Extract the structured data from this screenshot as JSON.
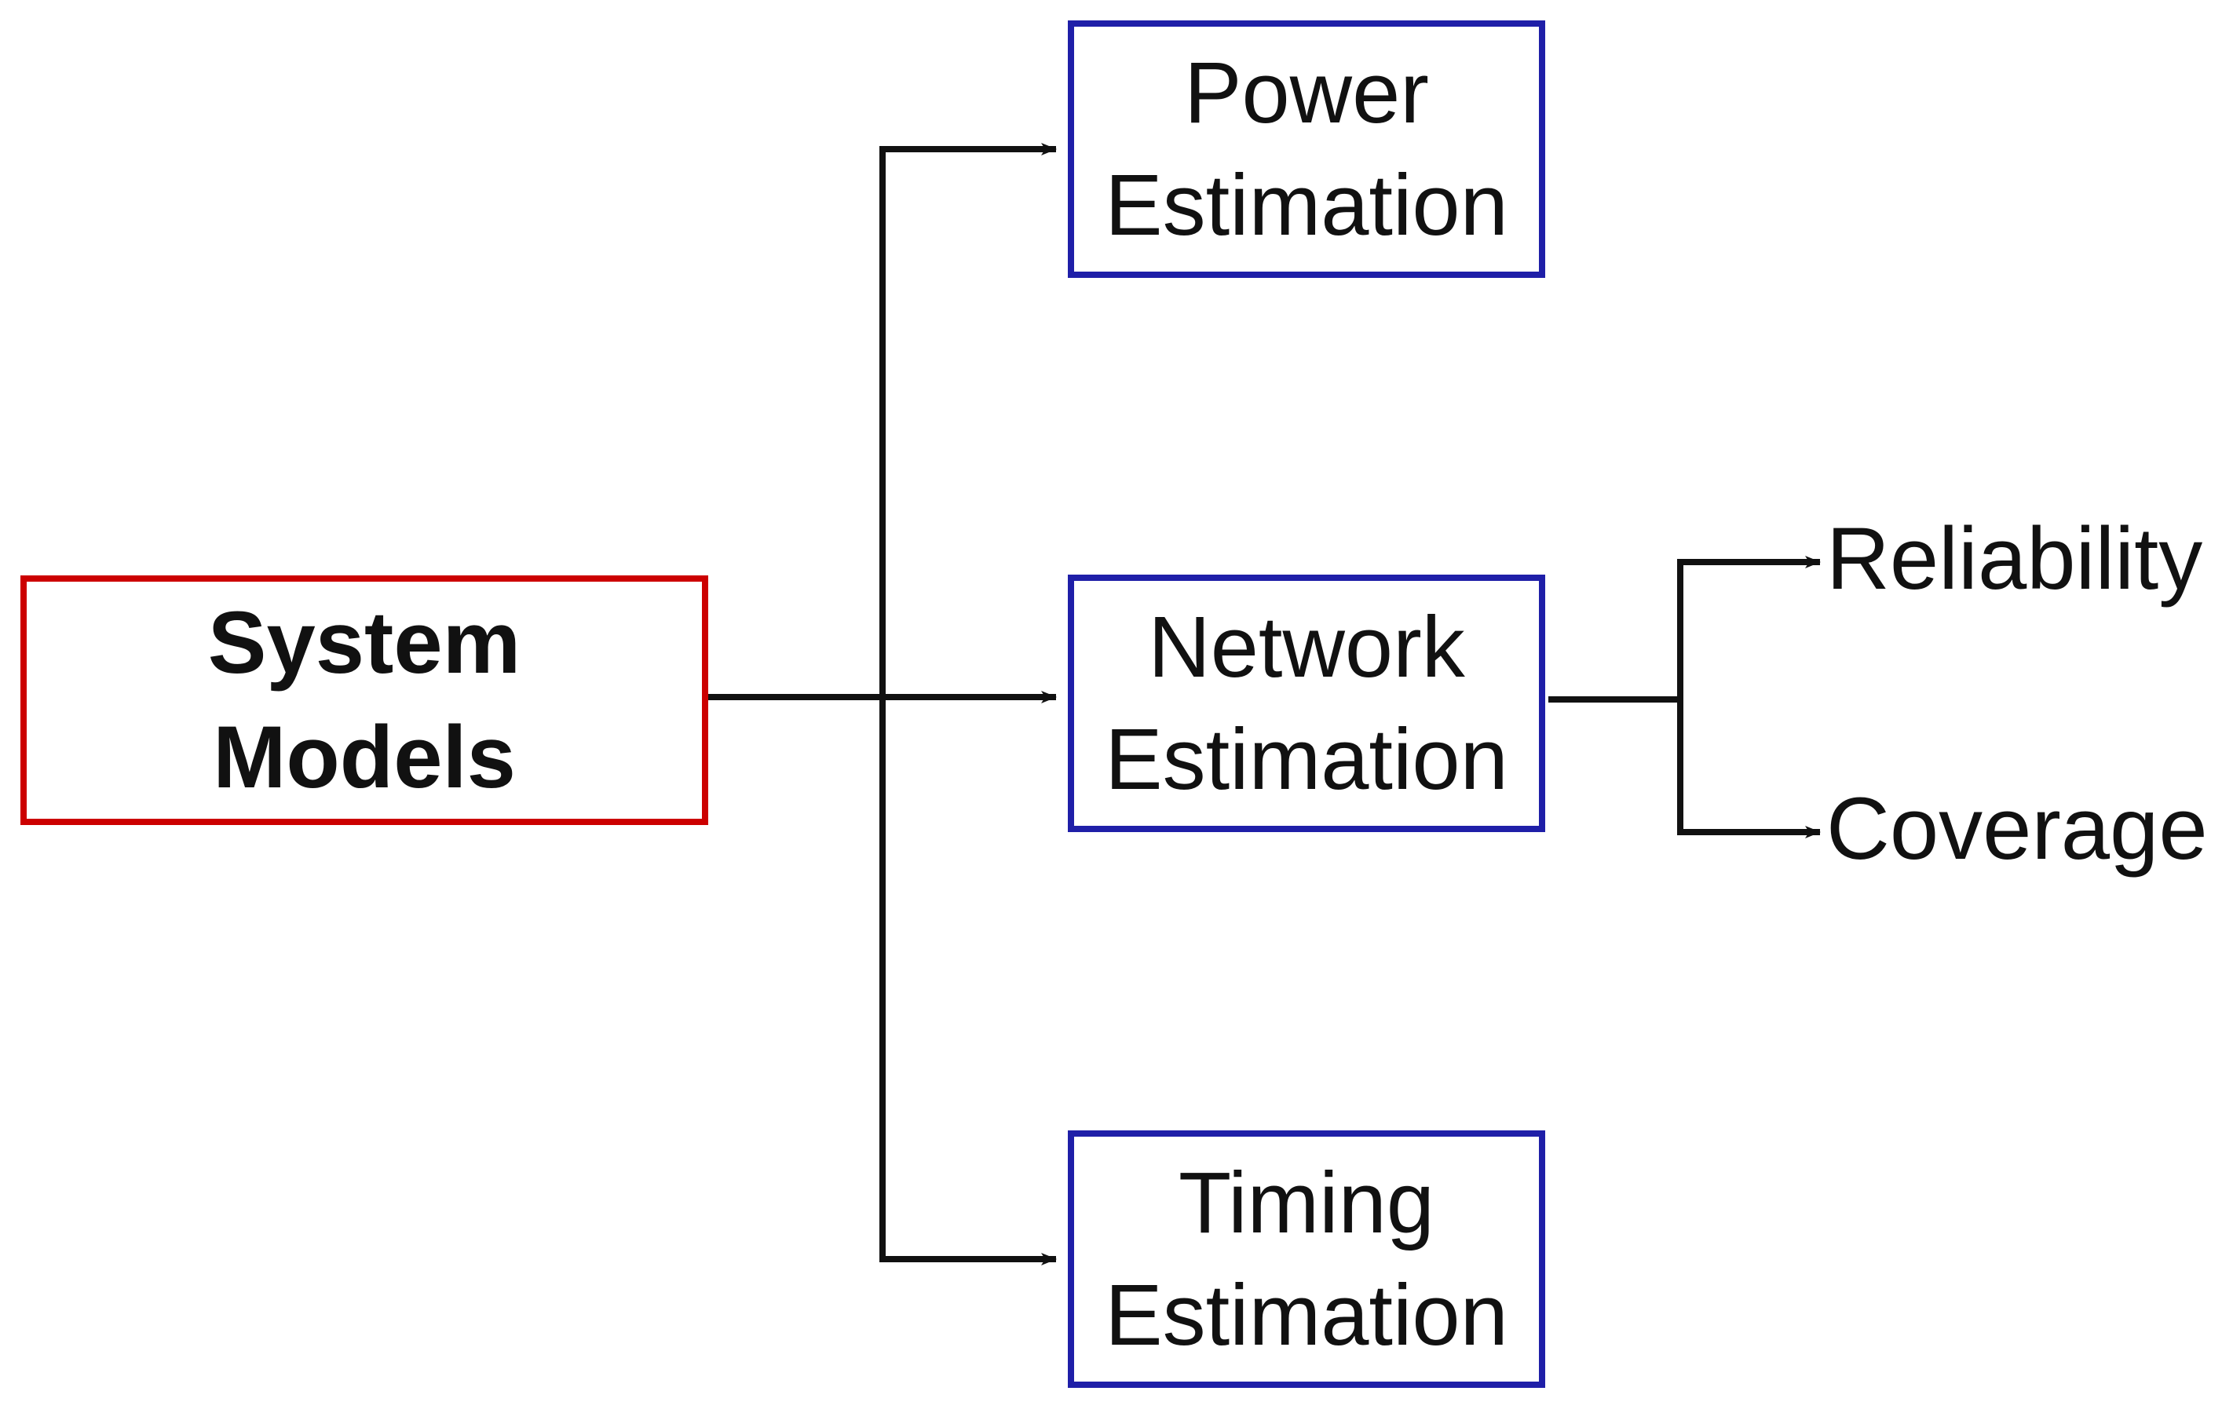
{
  "colors": {
    "source_border": "#cc0000",
    "target_border": "#1f1fa8",
    "connector": "#111111",
    "text": "#111111"
  },
  "source": {
    "line1": "System",
    "line2": "Models"
  },
  "targets": {
    "power": {
      "line1": "Power",
      "line2": "Estimation"
    },
    "network": {
      "line1": "Network",
      "line2": "Estimation"
    },
    "timing": {
      "line1": "Timing",
      "line2": "Estimation"
    }
  },
  "outputs": {
    "reliability": "Reliability",
    "coverage": "Coverage"
  }
}
